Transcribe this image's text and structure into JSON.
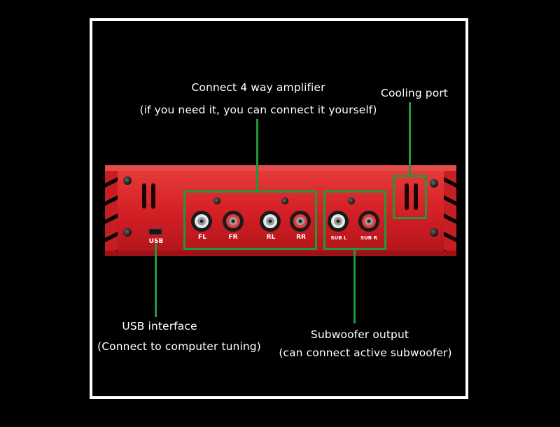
{
  "labels": {
    "amp_title": "Connect 4 way amplifier",
    "amp_sub": "(if you need it, you can connect it yourself)",
    "cooling": "Cooling port",
    "usb_title": "USB interface",
    "usb_sub": "(Connect to computer tuning)",
    "sub_title": "Subwoofer output",
    "sub_sub": "(can connect active subwoofer)"
  },
  "panel": {
    "usb_port_label": "USB",
    "jacks": [
      {
        "label": "FL",
        "ring": "white"
      },
      {
        "label": "FR",
        "ring": "red"
      },
      {
        "label": "RL",
        "ring": "white"
      },
      {
        "label": "RR",
        "ring": "red"
      },
      {
        "label": "SUB L",
        "ring": "white"
      },
      {
        "label": "SUB R",
        "ring": "red"
      }
    ]
  },
  "colors": {
    "chassis": "#d42026",
    "highlight": "#1e9a3c",
    "background": "#000000",
    "frame": "#ffffff"
  }
}
